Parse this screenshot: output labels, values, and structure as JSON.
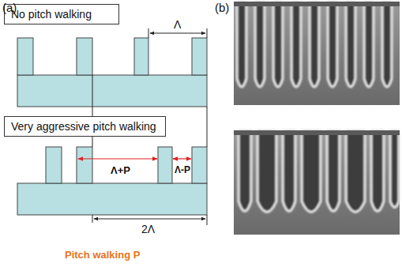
{
  "diagram": {
    "nodes": [
      {
        "text": [
          "No pitch walking"
        ]
      },
      {
        "text": [
          "Very aggressive pitch walking"
        ]
      }
    ],
    "labels": [
      "(a)",
      "(b)",
      "Λ",
      "Λ+P",
      "Λ-P",
      "2Λ",
      "Pitch walking P"
    ]
  }
}
